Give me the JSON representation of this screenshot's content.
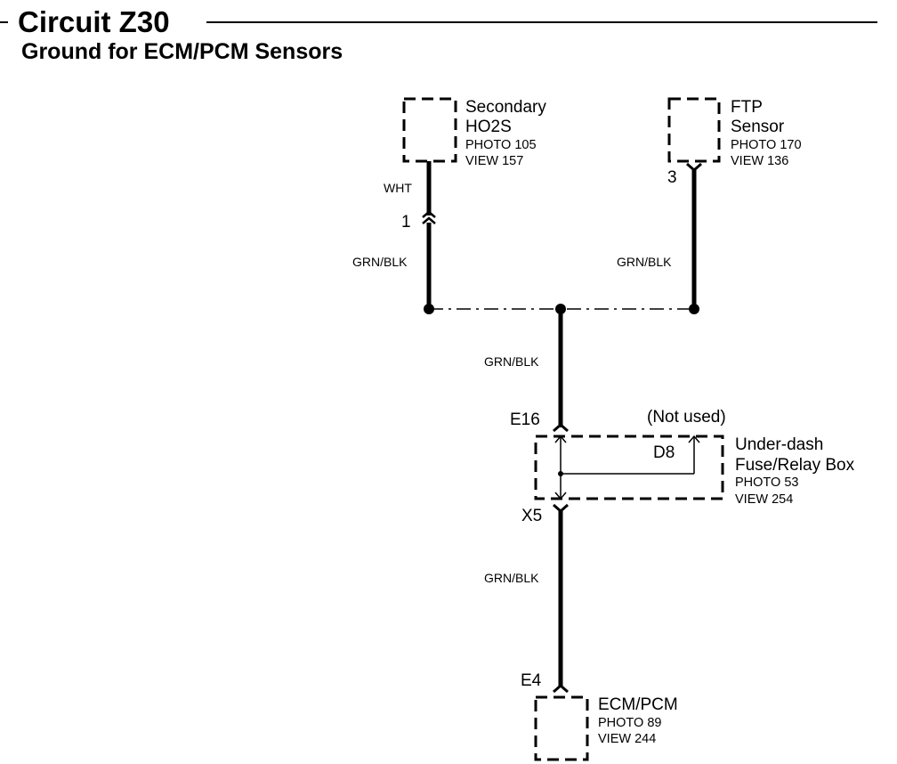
{
  "header": {
    "title": "Circuit Z30",
    "subtitle": "Ground for ECM/PCM Sensors"
  },
  "components": {
    "secondary_ho2s": {
      "name_line1": "Secondary",
      "name_line2": "HO2S",
      "photo": "PHOTO 105",
      "view": "VIEW 157",
      "pin": "1"
    },
    "ftp_sensor": {
      "name_line1": "FTP",
      "name_line2": "Sensor",
      "photo": "PHOTO 170",
      "view": "VIEW 136",
      "pin": "3"
    },
    "fuse_relay_box": {
      "name_line1": "Under-dash",
      "name_line2": "Fuse/Relay Box",
      "photo": "PHOTO 53",
      "view": "VIEW 254",
      "pin_top": "E16",
      "pin_bottom": "X5",
      "pin_unused": "D8",
      "unused_note": "(Not used)"
    },
    "ecm_pcm": {
      "name": "ECM/PCM",
      "photo": "PHOTO 89",
      "view": "VIEW 244",
      "pin": "E4"
    }
  },
  "wires": {
    "ho2s_pigtail": "WHT",
    "ho2s_to_splice": "GRN/BLK",
    "ftp_to_splice": "GRN/BLK",
    "splice_to_box": "GRN/BLK",
    "box_to_ecm": "GRN/BLK"
  }
}
